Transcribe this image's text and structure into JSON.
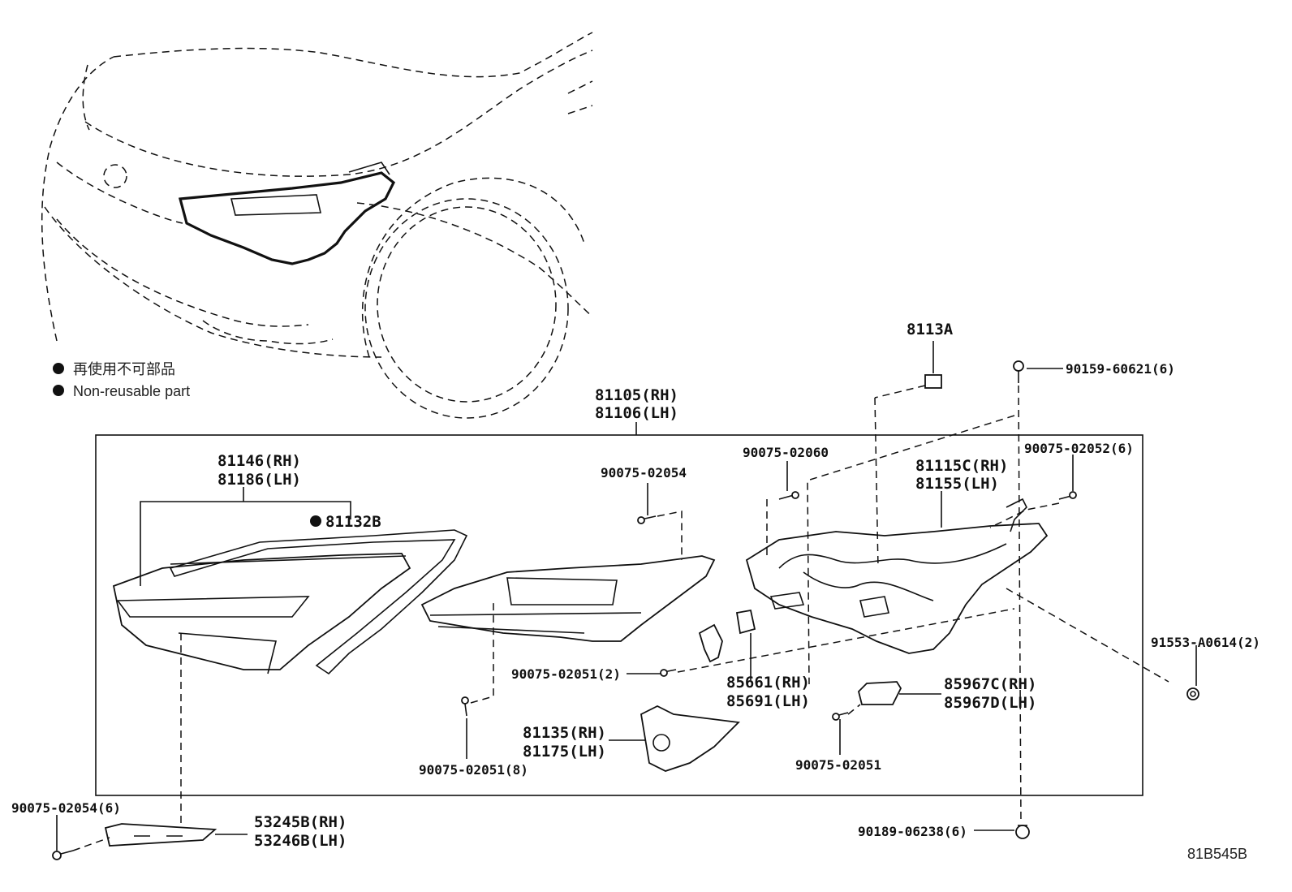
{
  "legend": {
    "jp": "再使用不可部品",
    "en": "Non-reusable part"
  },
  "labels": {
    "headlamp_assy_rh": "81105(RH)",
    "headlamp_assy_lh": "81106(LH)",
    "lens_rh": "81146(RH)",
    "lens_lh": "81186(LH)",
    "gasket": "81132B",
    "bracket_8113a": "8113A",
    "bolt_90159": "90159-60621(6)",
    "screw_02060": "90075-02060",
    "screw_02054": "90075-02054",
    "screw_02052": "90075-02052(6)",
    "housing_rh": "81115C(RH)",
    "housing_lh": "81155(LH)",
    "nut_91553": "91553-A0614(2)",
    "screw_02051_2": "90075-02051(2)",
    "screw_02051_8": "90075-02051(8)",
    "unit_85661_rh": "85661(RH)",
    "unit_85691_lh": "85691(LH)",
    "ecu_rh": "85967C(RH)",
    "ecu_lh": "85967D(LH)",
    "screw_02051": "90075-02051",
    "bracket_81135_rh": "81135(RH)",
    "bracket_81175_lh": "81175(LH)",
    "screw_02054_6": "90075-02054(6)",
    "cover_rh": "53245B(RH)",
    "cover_lh": "53246B(LH)",
    "clip_90189": "90189-06238(6)",
    "diagram_id": "81B545B"
  }
}
